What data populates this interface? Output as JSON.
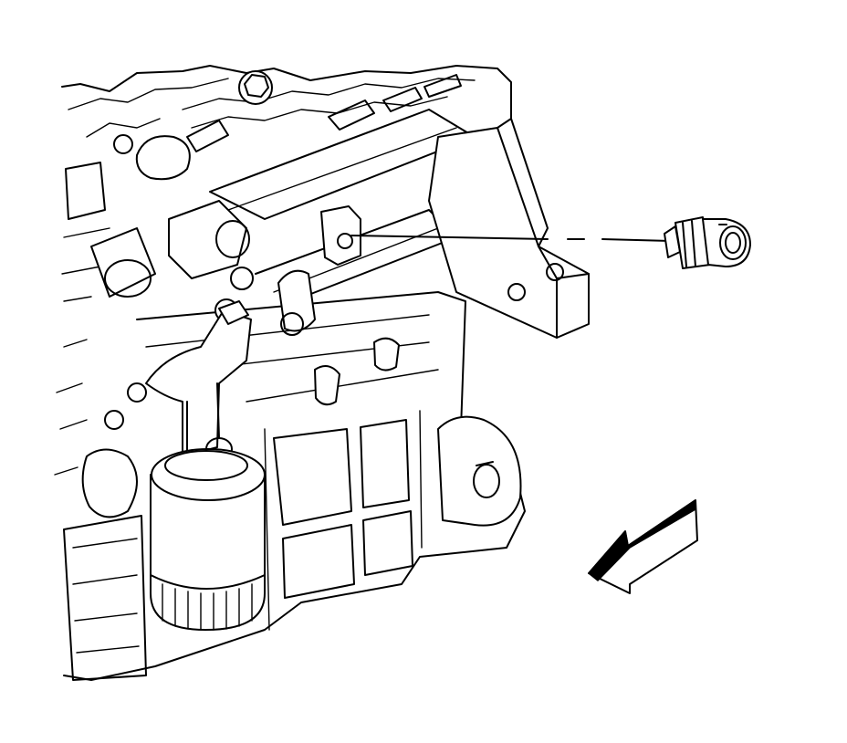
{
  "diagram": {
    "labels": [],
    "colors": {
      "line": "#000000",
      "background": "#ffffff"
    },
    "components": [
      "engine-block",
      "oil-filter",
      "oil-filter-adapter",
      "oil-pressure-sensor",
      "leader-line",
      "direction-arrow"
    ]
  }
}
